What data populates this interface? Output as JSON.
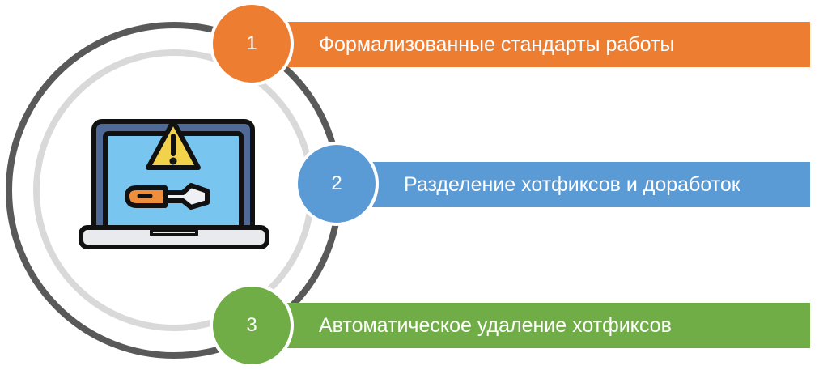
{
  "items": [
    {
      "number": "1",
      "label": "Формализованные стандарты работы",
      "color": "#ED7D31"
    },
    {
      "number": "2",
      "label": "Разделение хотфиксов и доработок",
      "color": "#5B9BD5"
    },
    {
      "number": "3",
      "label": "Автоматическое удаление хотфиксов",
      "color": "#70AD47"
    }
  ],
  "icon": "laptop-warning-screwdriver-icon"
}
